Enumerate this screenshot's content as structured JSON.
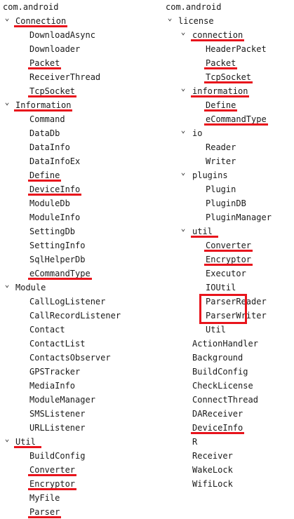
{
  "left_tree": {
    "rows": [
      {
        "label": "com.android",
        "depth": 0,
        "toggle": "none",
        "hl": false
      },
      {
        "label": "Connection",
        "depth": 1,
        "toggle": "expanded",
        "hl": true
      },
      {
        "label": "DownloadAsync",
        "depth": 2,
        "toggle": "none",
        "hl": false
      },
      {
        "label": "Downloader",
        "depth": 2,
        "toggle": "none",
        "hl": false
      },
      {
        "label": "Packet",
        "depth": 2,
        "toggle": "none",
        "hl": true
      },
      {
        "label": "ReceiverThread",
        "depth": 2,
        "toggle": "none",
        "hl": false
      },
      {
        "label": "TcpSocket",
        "depth": 2,
        "toggle": "none",
        "hl": true
      },
      {
        "label": "Information",
        "depth": 1,
        "toggle": "expanded",
        "hl": true
      },
      {
        "label": "Command",
        "depth": 2,
        "toggle": "none",
        "hl": false
      },
      {
        "label": "DataDb",
        "depth": 2,
        "toggle": "none",
        "hl": false
      },
      {
        "label": "DataInfo",
        "depth": 2,
        "toggle": "none",
        "hl": false
      },
      {
        "label": "DataInfoEx",
        "depth": 2,
        "toggle": "none",
        "hl": false
      },
      {
        "label": "Define",
        "depth": 2,
        "toggle": "none",
        "hl": true
      },
      {
        "label": "DeviceInfo",
        "depth": 2,
        "toggle": "none",
        "hl": true
      },
      {
        "label": "ModuleDb",
        "depth": 2,
        "toggle": "none",
        "hl": false
      },
      {
        "label": "ModuleInfo",
        "depth": 2,
        "toggle": "none",
        "hl": false
      },
      {
        "label": "SettingDb",
        "depth": 2,
        "toggle": "none",
        "hl": false
      },
      {
        "label": "SettingInfo",
        "depth": 2,
        "toggle": "none",
        "hl": false
      },
      {
        "label": "SqlHelperDb",
        "depth": 2,
        "toggle": "none",
        "hl": false
      },
      {
        "label": "eCommandType",
        "depth": 2,
        "toggle": "none",
        "hl": true
      },
      {
        "label": "Module",
        "depth": 1,
        "toggle": "expanded",
        "hl": false
      },
      {
        "label": "CallLogListener",
        "depth": 2,
        "toggle": "none",
        "hl": false
      },
      {
        "label": "CallRecordListener",
        "depth": 2,
        "toggle": "none",
        "hl": false
      },
      {
        "label": "Contact",
        "depth": 2,
        "toggle": "none",
        "hl": false
      },
      {
        "label": "ContactList",
        "depth": 2,
        "toggle": "none",
        "hl": false
      },
      {
        "label": "ContactsObserver",
        "depth": 2,
        "toggle": "none",
        "hl": false
      },
      {
        "label": "GPSTracker",
        "depth": 2,
        "toggle": "none",
        "hl": false
      },
      {
        "label": "MediaInfo",
        "depth": 2,
        "toggle": "none",
        "hl": false
      },
      {
        "label": "ModuleManager",
        "depth": 2,
        "toggle": "none",
        "hl": false
      },
      {
        "label": "SMSListener",
        "depth": 2,
        "toggle": "none",
        "hl": false
      },
      {
        "label": "URLListener",
        "depth": 2,
        "toggle": "none",
        "hl": false
      },
      {
        "label": "Util",
        "depth": 1,
        "toggle": "expanded",
        "hl": true,
        "long": true
      },
      {
        "label": "BuildConfig",
        "depth": 2,
        "toggle": "none",
        "hl": false
      },
      {
        "label": "Converter",
        "depth": 2,
        "toggle": "none",
        "hl": true
      },
      {
        "label": "Encryptor",
        "depth": 2,
        "toggle": "none",
        "hl": true
      },
      {
        "label": "MyFile",
        "depth": 2,
        "toggle": "none",
        "hl": false
      },
      {
        "label": "Parser",
        "depth": 2,
        "toggle": "none",
        "hl": true
      }
    ]
  },
  "right_tree": {
    "rows": [
      {
        "label": "com.android",
        "depth": 0,
        "toggle": "none",
        "hl": false
      },
      {
        "label": "license",
        "depth": 1,
        "toggle": "expanded",
        "hl": false
      },
      {
        "label": "connection",
        "depth": 2,
        "toggle": "expanded",
        "hl": true
      },
      {
        "label": "HeaderPacket",
        "depth": 3,
        "toggle": "none",
        "hl": false
      },
      {
        "label": "Packet",
        "depth": 3,
        "toggle": "none",
        "hl": true
      },
      {
        "label": "TcpSocket",
        "depth": 3,
        "toggle": "none",
        "hl": true
      },
      {
        "label": "information",
        "depth": 2,
        "toggle": "expanded",
        "hl": true
      },
      {
        "label": "Define",
        "depth": 3,
        "toggle": "none",
        "hl": true
      },
      {
        "label": "eCommandType",
        "depth": 3,
        "toggle": "none",
        "hl": true
      },
      {
        "label": "io",
        "depth": 2,
        "toggle": "expanded",
        "hl": false
      },
      {
        "label": "Reader",
        "depth": 3,
        "toggle": "none",
        "hl": false
      },
      {
        "label": "Writer",
        "depth": 3,
        "toggle": "none",
        "hl": false
      },
      {
        "label": "plugins",
        "depth": 2,
        "toggle": "expanded",
        "hl": false
      },
      {
        "label": "Plugin",
        "depth": 3,
        "toggle": "none",
        "hl": false
      },
      {
        "label": "PluginDB",
        "depth": 3,
        "toggle": "none",
        "hl": false
      },
      {
        "label": "PluginManager",
        "depth": 3,
        "toggle": "none",
        "hl": false
      },
      {
        "label": "util",
        "depth": 2,
        "toggle": "expanded",
        "hl": true,
        "long": true
      },
      {
        "label": "Converter",
        "depth": 3,
        "toggle": "none",
        "hl": true
      },
      {
        "label": "Encryptor",
        "depth": 3,
        "toggle": "none",
        "hl": true
      },
      {
        "label": "Executor",
        "depth": 3,
        "toggle": "none",
        "hl": false
      },
      {
        "label": "IOUtil",
        "depth": 3,
        "toggle": "none",
        "hl": false
      },
      {
        "label": "ParserReader",
        "depth": 3,
        "toggle": "none",
        "hl": false
      },
      {
        "label": "ParserWriter",
        "depth": 3,
        "toggle": "none",
        "hl": false
      },
      {
        "label": "Util",
        "depth": 3,
        "toggle": "none",
        "hl": false
      },
      {
        "label": "ActionHandler",
        "depth": 2,
        "toggle": "none",
        "hl": false
      },
      {
        "label": "Background",
        "depth": 2,
        "toggle": "none",
        "hl": false
      },
      {
        "label": "BuildConfig",
        "depth": 2,
        "toggle": "none",
        "hl": false
      },
      {
        "label": "CheckLicense",
        "depth": 2,
        "toggle": "none",
        "hl": false
      },
      {
        "label": "ConnectThread",
        "depth": 2,
        "toggle": "none",
        "hl": false
      },
      {
        "label": "DAReceiver",
        "depth": 2,
        "toggle": "none",
        "hl": false
      },
      {
        "label": "DeviceInfo",
        "depth": 2,
        "toggle": "none",
        "hl": true
      },
      {
        "label": "R",
        "depth": 2,
        "toggle": "none",
        "hl": false
      },
      {
        "label": "Receiver",
        "depth": 2,
        "toggle": "none",
        "hl": false
      },
      {
        "label": "WakeLock",
        "depth": 2,
        "toggle": "none",
        "hl": false
      },
      {
        "label": "WifiLock",
        "depth": 2,
        "toggle": "none",
        "hl": false
      }
    ]
  },
  "annotation": {
    "color": "#e8141c",
    "box_around": [
      "ParserReader",
      "ParserWriter"
    ]
  },
  "icons": {
    "expanded": "chevron-down-icon"
  }
}
